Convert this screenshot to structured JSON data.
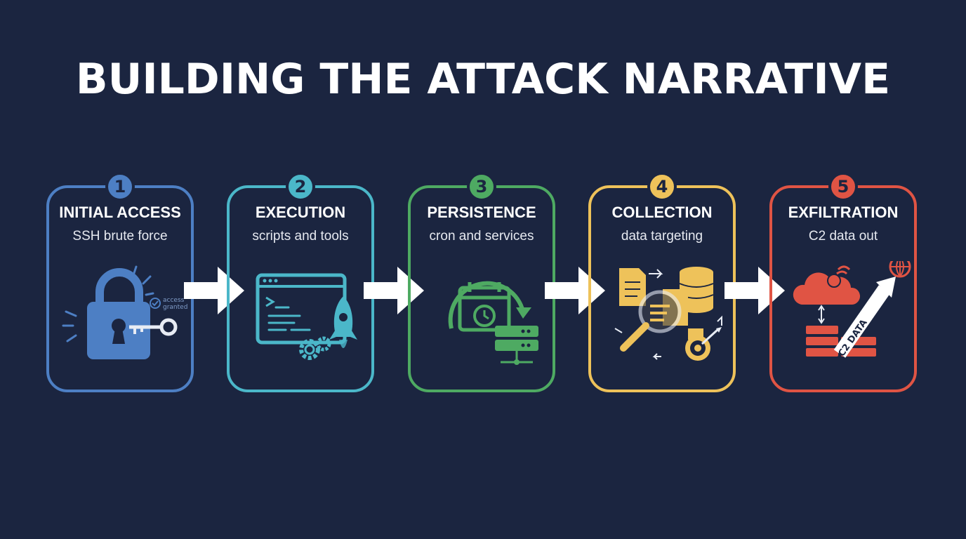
{
  "title": "BUILDING THE ATTACK NARRATIVE",
  "steps": [
    {
      "number": "1",
      "title": "INITIAL ACCESS",
      "subtitle": "SSH brute force",
      "color": "#4d7fc4",
      "icon": "padlock-key-icon",
      "icon_text": [
        "access",
        "granted"
      ]
    },
    {
      "number": "2",
      "title": "EXECUTION",
      "subtitle": "scripts and tools",
      "color": "#4bb7c9",
      "icon": "terminal-rocket-icon"
    },
    {
      "number": "3",
      "title": "PERSISTENCE",
      "subtitle": "cron and services",
      "color": "#4eaa62",
      "icon": "calendar-server-icon"
    },
    {
      "number": "4",
      "title": "COLLECTION",
      "subtitle": "data targeting",
      "color": "#eec25a",
      "icon": "magnifier-database-icon"
    },
    {
      "number": "5",
      "title": "EXFILTRATION",
      "subtitle": "C2 data out",
      "color": "#e05444",
      "icon": "cloud-exfil-icon",
      "icon_text": [
        "C2 DATA"
      ]
    }
  ],
  "arrow_color": "#ffffff"
}
